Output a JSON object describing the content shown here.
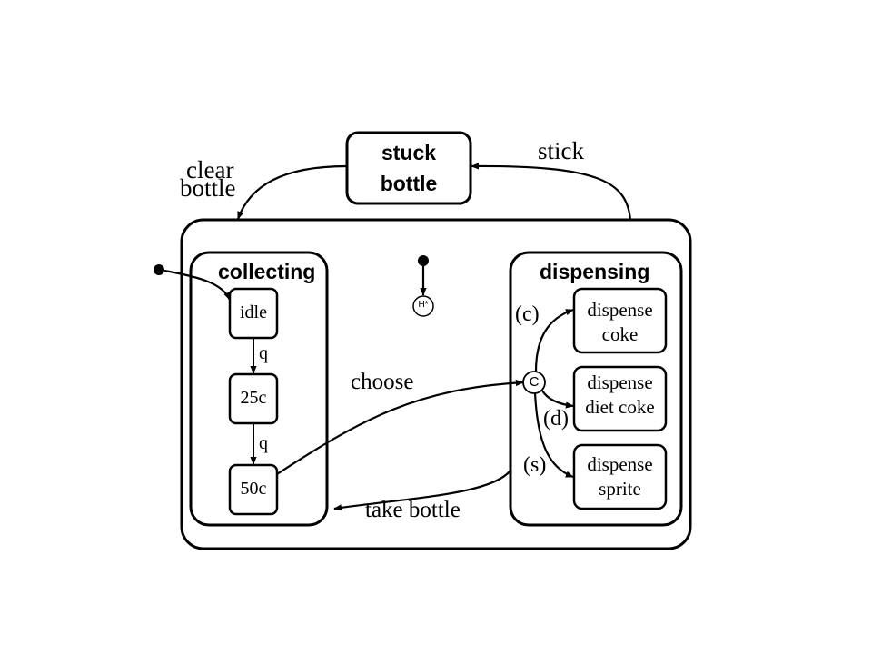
{
  "states": {
    "stuck": {
      "line1": "stuck",
      "line2": "bottle"
    },
    "collecting": {
      "title": "collecting"
    },
    "dispensing": {
      "title": "dispensing"
    },
    "idle": "idle",
    "c25": "25c",
    "c50": "50c",
    "coke": {
      "line1": "dispense",
      "line2": "coke"
    },
    "diet": {
      "line1": "dispense",
      "line2": "diet coke"
    },
    "sprite": {
      "line1": "dispense",
      "line2": "sprite"
    }
  },
  "pseudostates": {
    "history": "H*",
    "condition": "C"
  },
  "transitions": {
    "stick": "stick",
    "clear_line1": "clear",
    "clear_line2": "bottle",
    "q1": "q",
    "q2": "q",
    "choose": "choose",
    "take_bottle": "take bottle",
    "guard_c": "(c)",
    "guard_d": "(d)",
    "guard_s": "(s)"
  }
}
